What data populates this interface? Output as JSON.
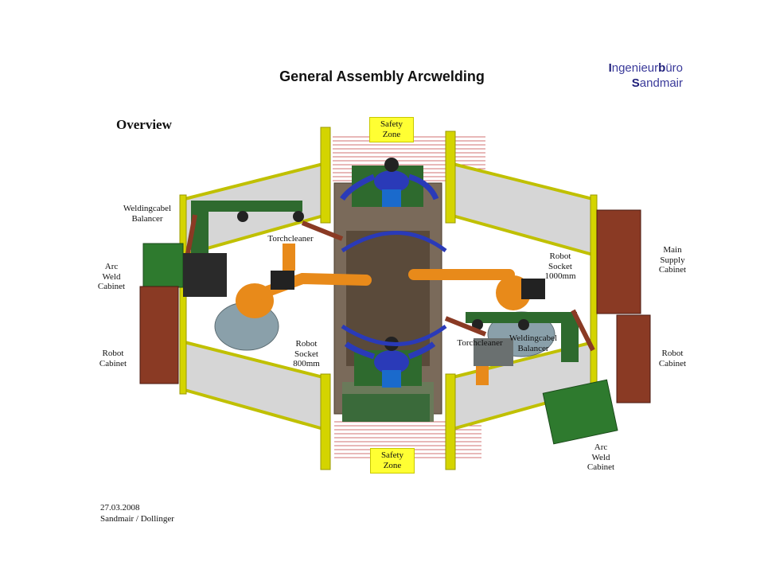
{
  "header": {
    "title": "General Assembly Arcwelding",
    "logo_line1": [
      "I",
      "ngenieur",
      "b",
      "üro"
    ],
    "logo_line2": [
      "S",
      "andmair"
    ]
  },
  "diagram": {
    "section_title": "Overview",
    "labels": {
      "safety_zone_top": "Safety\nZone",
      "safety_zone_bottom": "Safety\nZone",
      "weldingcabel_balancer_left": "Weldingcabel\nBalancer",
      "torchcleaner_top": "Torchcleaner",
      "arc_weld_cabinet_left": "Arc\nWeld\nCabinet",
      "robot_cabinet_left": "Robot\nCabinet",
      "robot_socket_800": "Robot\nSocket\n800mm",
      "robot_socket_1000": "Robot\nSocket\n1000mm",
      "main_supply_cabinet": "Main\nSupply\nCabinet",
      "torchcleaner_bottom": "Torchcleaner",
      "weldingcabel_balancer_right": "Weldingcabel\nBalancer",
      "robot_cabinet_right": "Robot\nCabinet",
      "arc_weld_cabinet_right": "Arc\nWeld\nCabinet"
    }
  },
  "footer": {
    "date": "27.03.2008",
    "authors": "Sandmair / Dollinger"
  },
  "colors": {
    "fence": "#c0c000",
    "robot": "#e88a1a",
    "cabinet_brown": "#8a3a24",
    "cabinet_green": "#2e7a2e",
    "operator_blue": "#2a3ab8",
    "safety_zone": "#ffff33",
    "hatching": "#c04040"
  }
}
